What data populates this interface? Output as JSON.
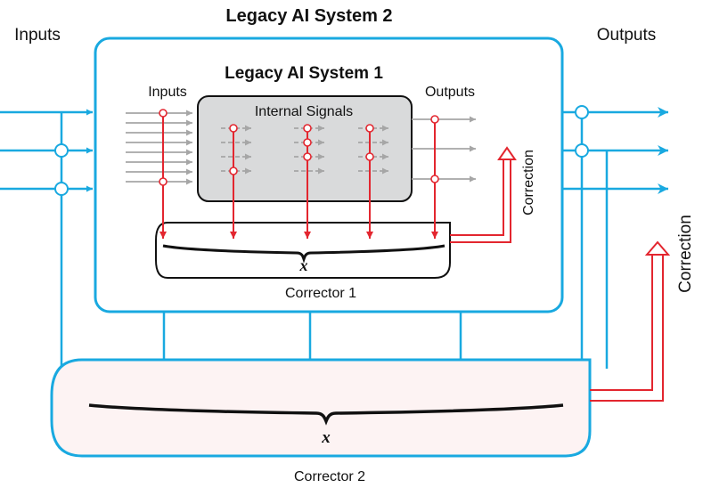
{
  "outer_title": "Legacy AI System 2",
  "inner_title": "Legacy AI System 1",
  "outer_inputs_label": "Inputs",
  "outer_outputs_label": "Outputs",
  "inner_inputs_label": "Inputs",
  "inner_outputs_label": "Outputs",
  "internal_signals_label": "Internal Signals",
  "corrector1_label": "Corrector 1",
  "corrector2_label": "Corrector 2",
  "corrector1_var": "x",
  "corrector2_var": "x",
  "correction1_label": "Correction",
  "correction2_label": "Correction",
  "colors": {
    "blue": "#19a9e0",
    "red": "#e3262f",
    "gray_arrow": "#a6a6a6",
    "internal_fill": "#d9dadb",
    "corrector2_fill": "#fdf3f3"
  }
}
